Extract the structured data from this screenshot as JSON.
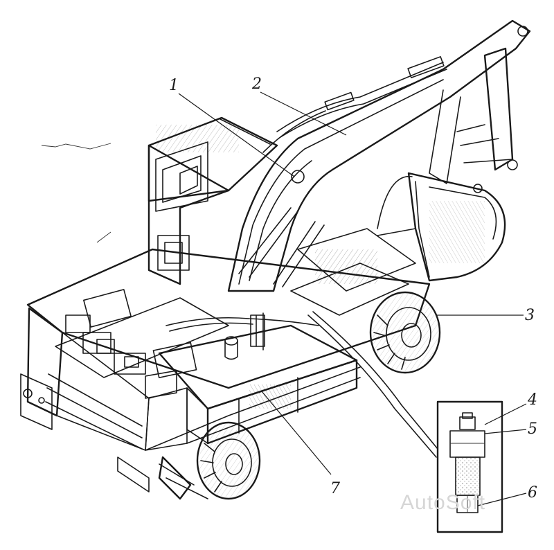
{
  "callouts": [
    {
      "id": "1",
      "label": "1"
    },
    {
      "id": "2",
      "label": "2"
    },
    {
      "id": "3",
      "label": "3"
    },
    {
      "id": "4",
      "label": "4"
    },
    {
      "id": "5",
      "label": "5"
    },
    {
      "id": "6",
      "label": "6"
    },
    {
      "id": "7",
      "label": "7"
    }
  ],
  "watermark": "AutoSoft",
  "colors": {
    "ink": "#1a1a1a",
    "paper": "#ffffff",
    "watermark": "#d6d6d6"
  }
}
